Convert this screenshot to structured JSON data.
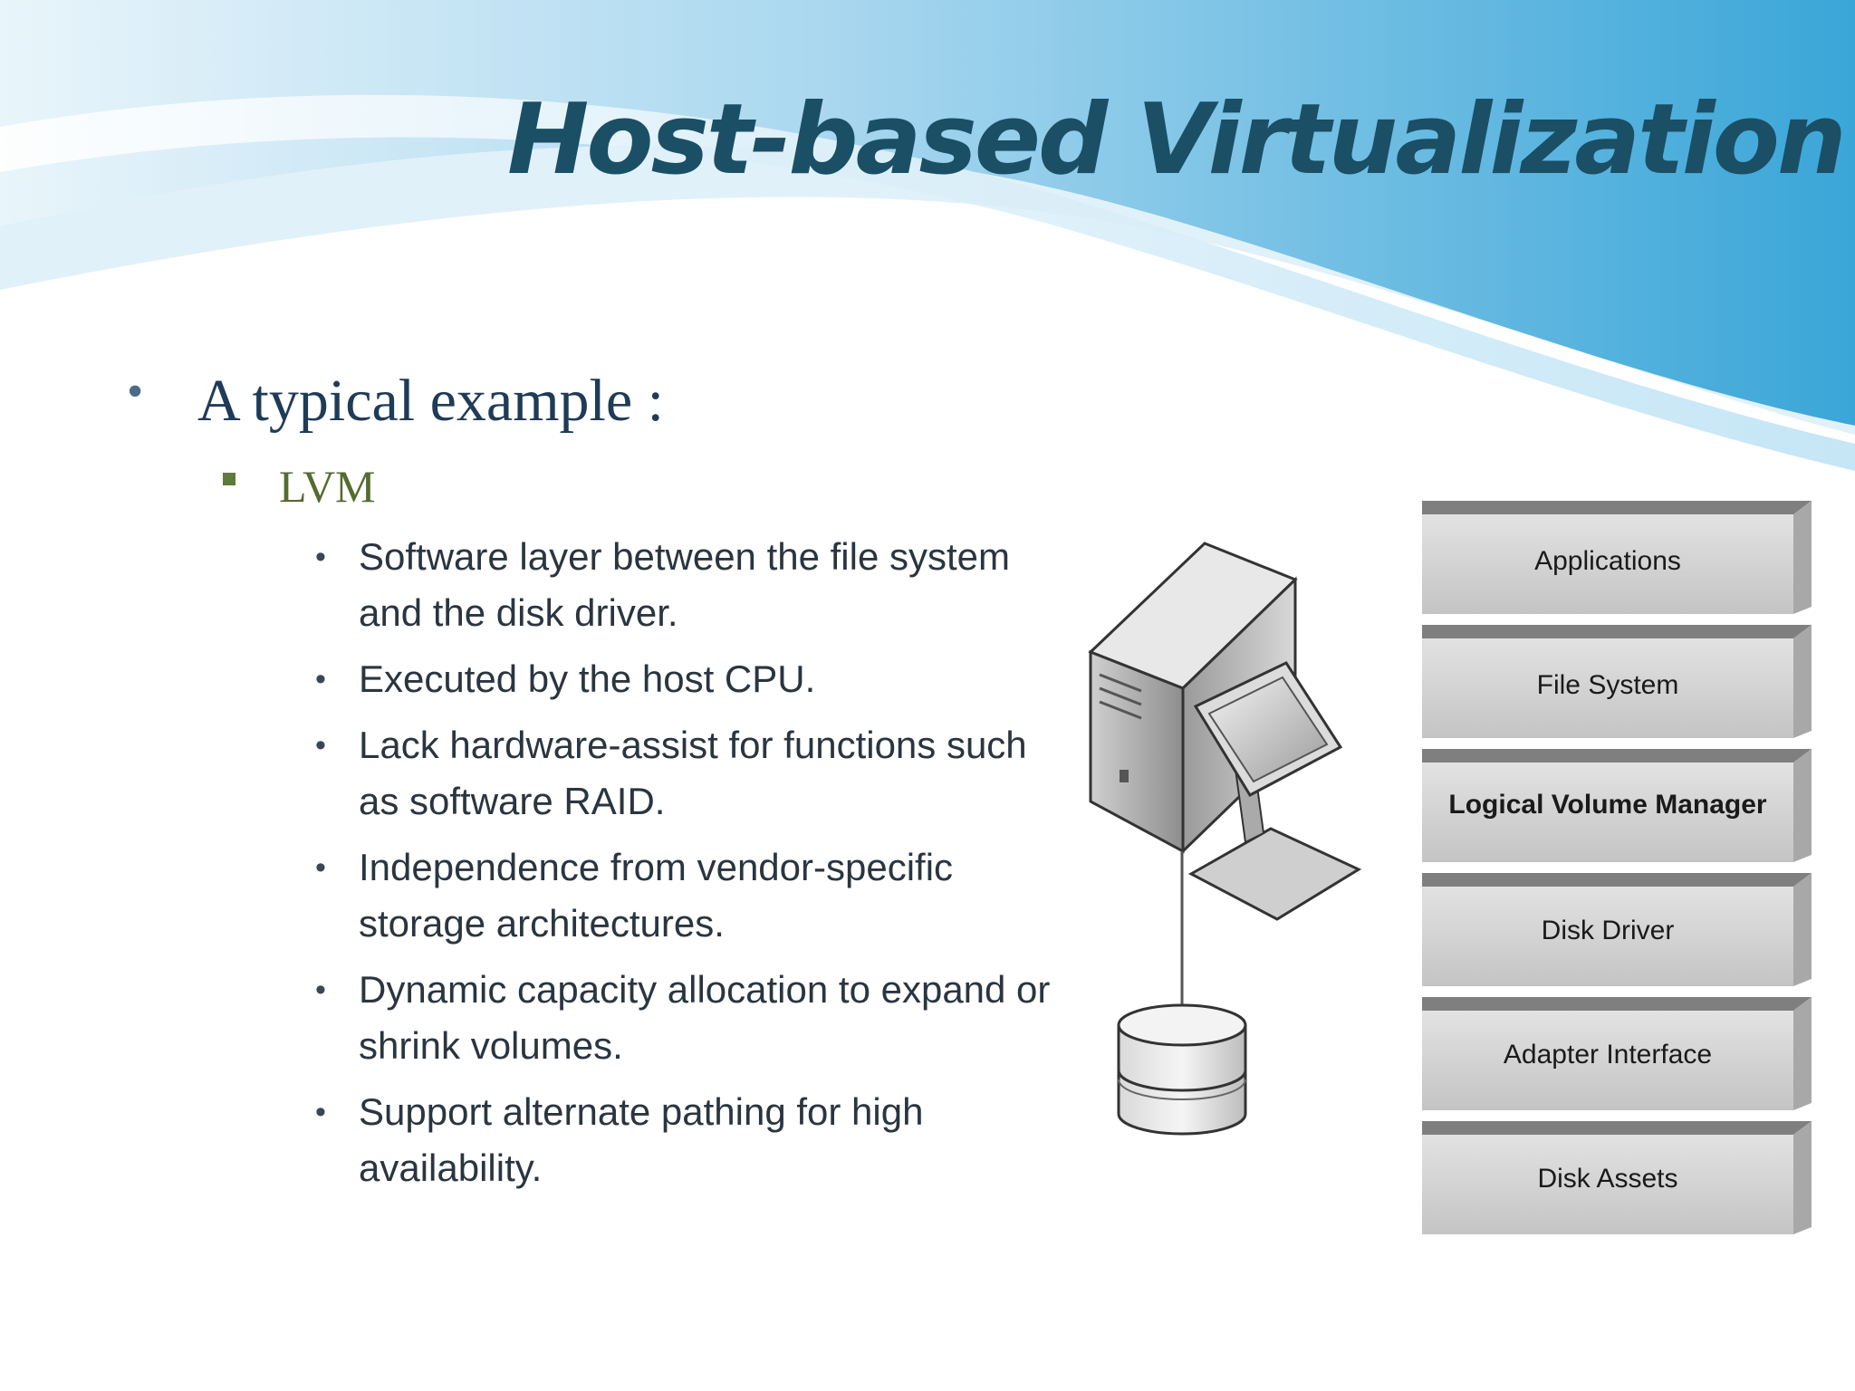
{
  "slide": {
    "title": "Host-based Virtualization",
    "level1": {
      "text": "A typical example :"
    },
    "level2": {
      "text": "LVM"
    },
    "bullets": [
      "Software layer between the file system and the disk driver.",
      "Executed by the host CPU.",
      "Lack hardware-assist for functions such as software RAID.",
      "Independence from vendor-specific storage architectures.",
      "Dynamic capacity allocation to expand or shrink volumes.",
      "Support alternate pathing for high availability."
    ]
  },
  "diagram": {
    "layers": [
      "Applications",
      "File System",
      "Logical Volume Manager",
      "Disk Driver",
      "Adapter Interface",
      "Disk Assets"
    ],
    "highlighted_layer": "Logical Volume Manager"
  },
  "colors": {
    "title": "#1b4f66",
    "wave_light": "#cfe8f6",
    "wave_dark": "#3aa6d8"
  }
}
